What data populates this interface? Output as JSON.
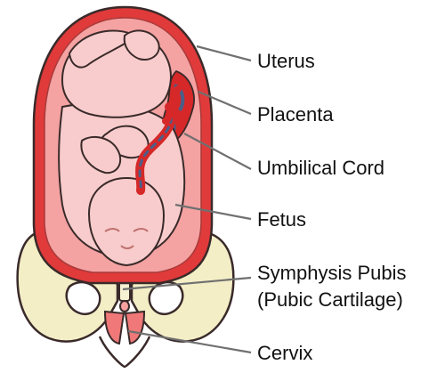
{
  "diagram": {
    "labels": {
      "uterus": "Uterus",
      "placenta": "Placenta",
      "umbilical_cord": "Umbilical Cord",
      "fetus": "Fetus",
      "symphysis_line1": "Symphysis Pubis",
      "symphysis_line2": "(Pubic Cartilage)",
      "cervix": "Cervix"
    },
    "colors": {
      "uterus_wall": "#e03a3a",
      "uterus_inner": "#f4a2a2",
      "skin": "#f8cccc",
      "outline": "#3a2a2a",
      "placenta": "#d62828",
      "vein": "#4a5f8a",
      "bone": "#f3eec6",
      "cervix": "#f07878",
      "arrow": "#707070"
    }
  }
}
